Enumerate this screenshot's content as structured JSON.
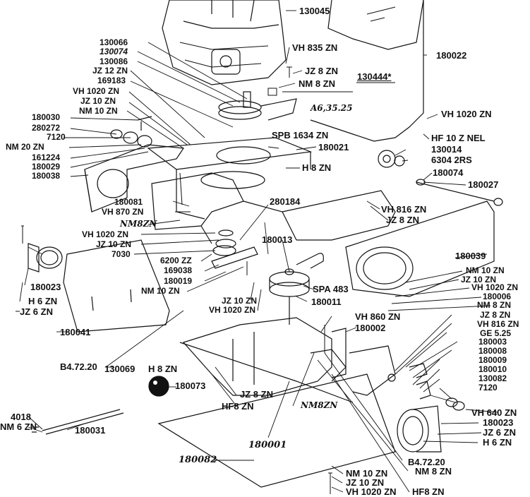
{
  "labels": {
    "p130045": "130045",
    "p180022": "180022",
    "vh835": "VH 835 ZN",
    "jz8a": "JZ 8 ZN",
    "nm8a": "NM 8 ZN",
    "p130444": "130444*",
    "a6": "A6,35.25",
    "p130066": "130066",
    "p130074": "130074",
    "p130086": "130086",
    "jz12": "JZ 12 ZN",
    "p169183": "169183",
    "vh1020a": "VH 1020 ZN",
    "jz10a": "JZ 10 ZN",
    "nm10a": "NM 10 ZN",
    "p180030": "180030",
    "p280272": "280272",
    "p7120a": "7120",
    "nm20": "NM 20 ZN",
    "p161224": "161224",
    "p180029": "180029",
    "p180038": "180038",
    "vh1020b": "VH 1020 ZN",
    "spb1634": "SPB 1634 ZN",
    "p180021": "180021",
    "hf10": "HF 10 Z NEL",
    "p130014": "130014",
    "p6304": "6304 2RS",
    "h8a": "H 8 ZN",
    "p180074": "180074",
    "p180027": "180027",
    "p280184": "280184",
    "p180081": "180081",
    "vh870": "VH 870 ZN",
    "nm8zn_hw1": "NM8ZN",
    "vh816a": "VH 816 ZN",
    "jz8b": "JZ 8 ZN",
    "vh1020c": "VH 1020 ZN",
    "jz10b": "JZ 10 ZN",
    "p7030": "7030",
    "p6200": "6200 ZZ",
    "p169038": "169038",
    "p180019": "180019",
    "nm10b": "NM 10 ZN",
    "p180013": "180013",
    "p180039": "180039",
    "nm10c": "NM 10 ZN",
    "jz10c": "JZ 10 ZN",
    "vh1020d": "VH 1020 ZN",
    "jz10d": "JZ 10 ZN",
    "vh1020e": "VH 1020 ZN",
    "spa483": "SPA 483",
    "p180011": "180011",
    "p180006": "180006",
    "nm8b": "NM 8 ZN",
    "jz8c": "JZ 8 ZN",
    "vh816b": "VH 816 ZN",
    "ge525": "GE 5.25",
    "p180003": "180003",
    "p180008": "180008",
    "p180009": "180009",
    "p180010": "180010",
    "p130082": "130082",
    "p7120b": "7120",
    "vh640": "VH 640 ZN",
    "p180023b": "180023",
    "jz6b": "JZ 6 ZN",
    "h6b": "H 6 ZN",
    "p180023a": "180023",
    "h6a": "H 6 ZN",
    "jz6a": "JZ 6 ZN",
    "vh860": "VH 860 ZN",
    "p180002": "180002",
    "p180041": "180041",
    "b4a": "B4.72.20",
    "p130069": "130069",
    "h8b": "H 8 ZN",
    "p180073": "180073",
    "jz8d": "JZ 8 ZN",
    "hf8a": "HF8 ZN",
    "nm8zn_hw2": "NM8ZN",
    "p4018": "4018",
    "nm6": "NM 6 ZN",
    "p180031": "180031",
    "p180001": "180001",
    "b4b": "B4.72.20",
    "nm8c": "NM 8 ZN",
    "nm10d": "NM 10 ZN",
    "jz10e": "JZ 10 ZN",
    "vh1020f": "VH 1020 ZN",
    "hf8b": "HF8 ZN",
    "p180082": "180082"
  }
}
